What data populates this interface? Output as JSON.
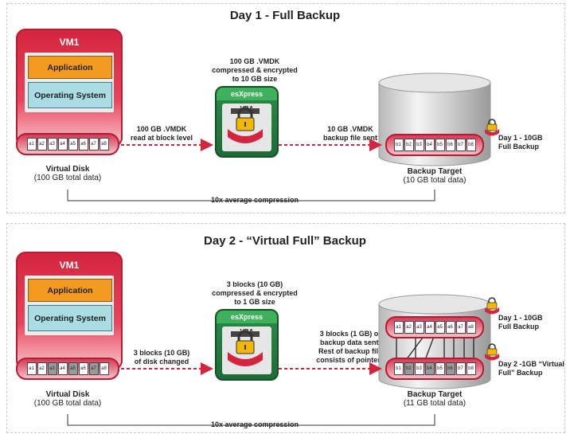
{
  "day1": {
    "title": "Day 1 - Full Backup",
    "vm_label": "VM1",
    "app_label": "Application",
    "os_label": "Operating System",
    "disk_blocks": [
      "a1",
      "a2",
      "a3",
      "a4",
      "a5",
      "a6",
      "a7",
      "a8"
    ],
    "disk_title": "Virtual Disk",
    "disk_sub": "(100 GB total data)",
    "read_note_1": "100 GB .VMDK",
    "read_note_2": "read at block level",
    "vba_note_1": "100 GB .VMDK",
    "vba_note_2": "compressed & encrypted",
    "vba_note_3": "to 10 GB size",
    "vba_brand": "esXpress",
    "vba_label": "VBA",
    "sent_note_1": "10 GB .VMDK",
    "sent_note_2": "backup file sent",
    "target_blocks": [
      "b1",
      "b2",
      "b3",
      "b4",
      "b5",
      "b6",
      "b7",
      "b8"
    ],
    "target_title": "Backup Target",
    "target_sub": "(10 GB total data)",
    "side_note_1": "Day 1 - 10GB",
    "side_note_2": "Full Backup",
    "compression": "10x average compression"
  },
  "day2": {
    "title": "Day 2 - “Virtual Full” Backup",
    "vm_label": "VM1",
    "app_label": "Application",
    "os_label": "Operating System",
    "disk_blocks": [
      "a1",
      "a2",
      "a3",
      "a4",
      "a5",
      "a6",
      "a7",
      "a8"
    ],
    "disk_dark": [
      false,
      false,
      true,
      false,
      true,
      false,
      true,
      false
    ],
    "disk_title": "Virtual Disk",
    "disk_sub": "(100 GB total data)",
    "read_note_1": "3 blocks (10 GB)",
    "read_note_2": "of disk changed",
    "vba_note_1": "3 blocks (10 GB)",
    "vba_note_2": "compressed & encrypted",
    "vba_note_3": "to 1 GB size",
    "vba_brand": "esXpress",
    "vba_label": "VBA",
    "sent_note_1": "3 blocks (1 GB) of",
    "sent_note_2": "backup data sent.",
    "sent_note_3": "Rest of backup file",
    "sent_note_4": "consists of pointers",
    "top_blocks": [
      "a1",
      "a2",
      "a3",
      "a4",
      "a5",
      "a6",
      "a7",
      "a8"
    ],
    "bottom_blocks": [
      "b1",
      "b2",
      "b3",
      "b4",
      "b5",
      "b6",
      "b7",
      "b8"
    ],
    "bottom_dark": [
      false,
      true,
      false,
      true,
      false,
      true,
      false,
      false
    ],
    "target_title": "Backup Target",
    "target_sub": "(11 GB total data)",
    "side_top_1": "Day 1 - 10GB",
    "side_top_2": "Full Backup",
    "side_bot_1": "Day 2 -1GB “Virtual",
    "side_bot_2": "Full” Backup",
    "compression": "10x average compression"
  },
  "colors": {
    "vm_red": "#d4253f",
    "app_orange": "#f39a21",
    "os_cyan": "#a9dce3",
    "vba_green": "#2a8d47",
    "arrow_red": "#d4253f"
  }
}
